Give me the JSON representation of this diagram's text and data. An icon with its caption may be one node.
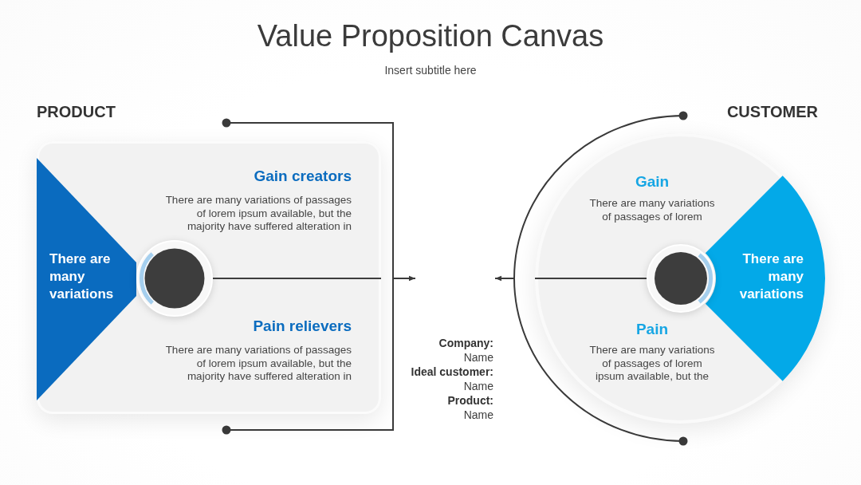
{
  "diagram": {
    "title": "Value Proposition Canvas",
    "nodes": [
      {
        "text": [
          "Gain creators",
          "There are many variations of passages of lorem ipsum available, but the majority have suffered alteration in",
          "Pain relievers",
          "There are many variations of passages of lorem ipsum available, but the majority have suffered alteration in"
        ]
      },
      {
        "text": [
          "There are many variations"
        ],
        "in": 0
      },
      {
        "text": [],
        "shape": "circle",
        "in": 0
      },
      {
        "text": [
          "Gain",
          "There are many variations of passages of lorem",
          "Pain",
          "There are many variations of passages of lorem ipsum available, but the"
        ]
      },
      {
        "text": [
          "There are many variations"
        ],
        "in": 3
      },
      {
        "text": [],
        "shape": "circle",
        "in": 3
      }
    ],
    "edges": [
      {
        "from": 2,
        "to": 0,
        "arrow": "none"
      },
      {
        "from": 5,
        "to": 3,
        "arrow": "none"
      }
    ],
    "labels": [
      "Insert subtitle here",
      "PRODUCT",
      "CUSTOMER",
      "Company:",
      "Name",
      "Ideal customer:",
      "Name",
      "Product:",
      "Name"
    ]
  }
}
